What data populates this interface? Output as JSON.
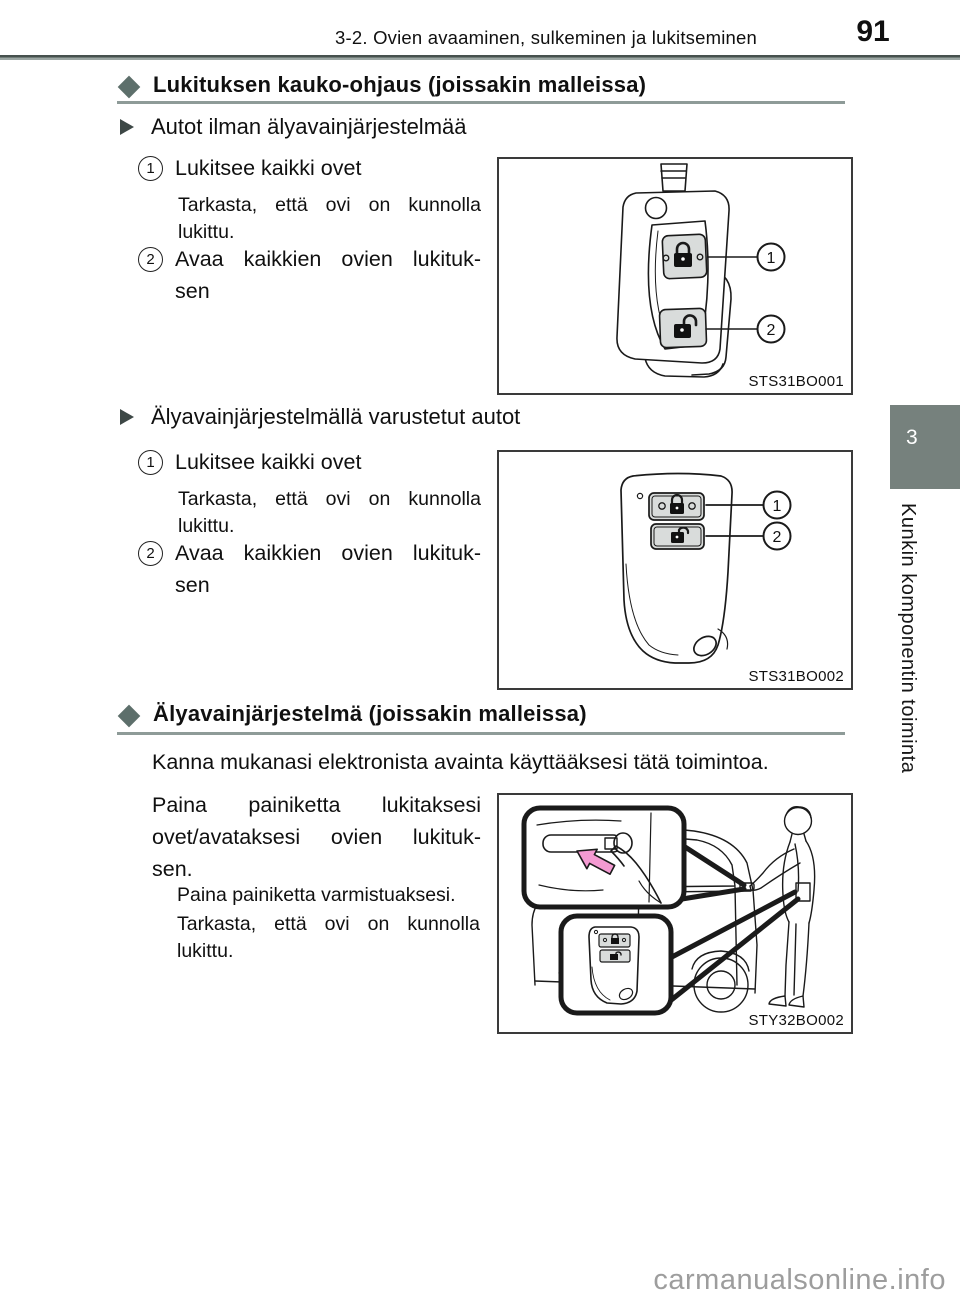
{
  "header": {
    "breadcrumb": "3-2. Ovien avaaminen, sulkeminen ja lukitseminen",
    "page_number": "91"
  },
  "sidebar": {
    "chapter_number": "3",
    "chapter_title": "Kunkin komponentin toiminta"
  },
  "watermark": "carmanualsonline.info",
  "colors": {
    "accent_slate": "#5d6f6b",
    "tab_gray": "#76817d",
    "rule_gray": "#8e9b98",
    "figure_button_gray": "#d9dcdb",
    "arrow_pink": "#f49ad2"
  },
  "section_remote": {
    "title": "Lukituksen kauko-ohjaus (joissakin malleissa)",
    "variant_no_smart": {
      "label": "Autot ilman älyavainjärjestelmää",
      "step1_num": "1",
      "step1_text": "Lukitsee kaikki ovet",
      "step1_note": "Tarkasta, että ovi on kunnolla\nlukittu.",
      "step2_num": "2",
      "step2_text": "Avaa kaikkien ovien lukituk-\nsen",
      "figure": {
        "label": "STS31BO001",
        "callout1": "1",
        "callout2": "2"
      }
    },
    "variant_smart": {
      "label": "Älyavainjärjestelmällä varustetut autot",
      "step1_num": "1",
      "step1_text": "Lukitsee kaikki ovet",
      "step1_note": "Tarkasta, että ovi on kunnolla\nlukittu.",
      "step2_num": "2",
      "step2_text": "Avaa kaikkien ovien lukituk-\nsen",
      "figure": {
        "label": "STS31BO002",
        "callout1": "1",
        "callout2": "2"
      }
    }
  },
  "section_smart": {
    "title": "Älyavainjärjestelmä (joissakin malleissa)",
    "intro": "Kanna mukanasi elektronista avainta käyttääksesi tätä toimintoa.",
    "body": "Paina painiketta lukitaksesi\novet/avataksesi ovien lukituk-\nsen.",
    "note1": "Paina painiketta varmistuaksesi.",
    "note2": "Tarkasta, että ovi on kunnolla\nlukittu.",
    "figure": {
      "label": "STY32BO002"
    }
  }
}
